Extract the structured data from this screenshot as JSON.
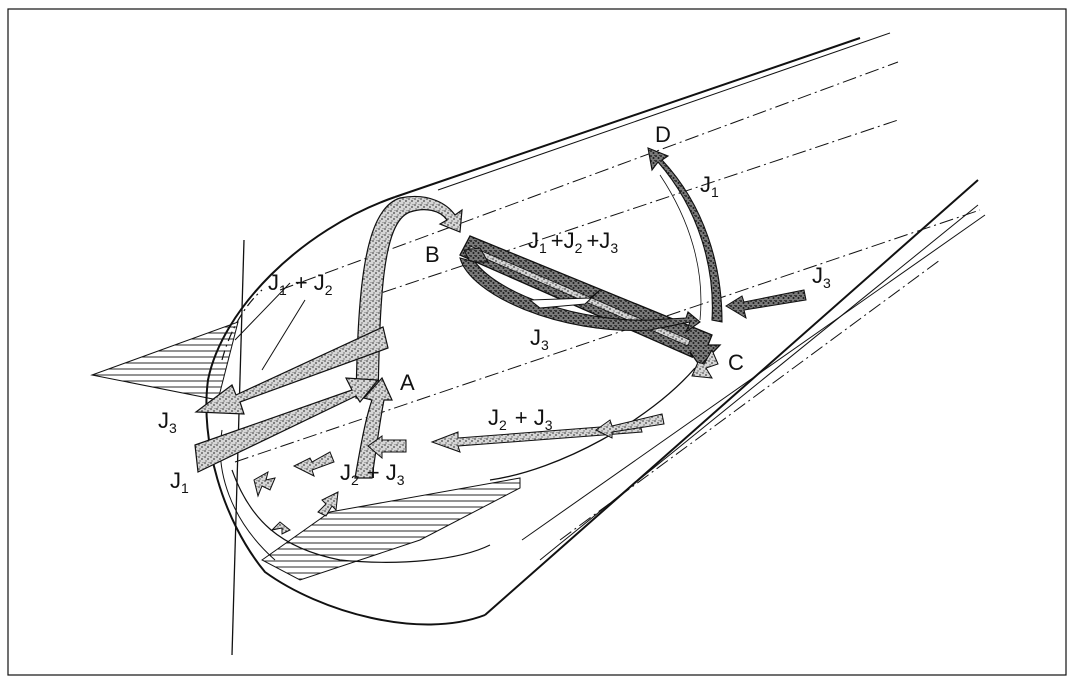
{
  "diagram": {
    "point_labels": {
      "a": "A",
      "b": "B",
      "c": "C",
      "d": "D"
    },
    "flow_labels": {
      "j1_j2_j3": {
        "sym": [
          "J",
          "+J",
          "+J"
        ],
        "sub": [
          "1",
          "2",
          "3"
        ]
      },
      "j1_j2": {
        "sym": [
          "J",
          "+ J"
        ],
        "sub": [
          "1",
          "2"
        ]
      },
      "j2_j3_right": {
        "sym": [
          "J",
          "+ J"
        ],
        "sub": [
          "2",
          "3"
        ]
      },
      "j2_j3_bottom": {
        "sym": [
          "J",
          "+ J"
        ],
        "sub": [
          "2",
          "3"
        ]
      },
      "j1_right": {
        "sym": [
          "J"
        ],
        "sub": [
          "1"
        ]
      },
      "j1_left": {
        "sym": [
          "J"
        ],
        "sub": [
          "1"
        ]
      },
      "j3_center": {
        "sym": [
          "J"
        ],
        "sub": [
          "3"
        ]
      },
      "j3_far_right": {
        "sym": [
          "J"
        ],
        "sub": [
          "3"
        ]
      },
      "j3_left": {
        "sym": [
          "J"
        ],
        "sub": [
          "3"
        ]
      }
    },
    "colors": {
      "ink": "#111111",
      "stipple": "#8a8a8a",
      "dark_stipple": "#3a3a3a"
    }
  }
}
